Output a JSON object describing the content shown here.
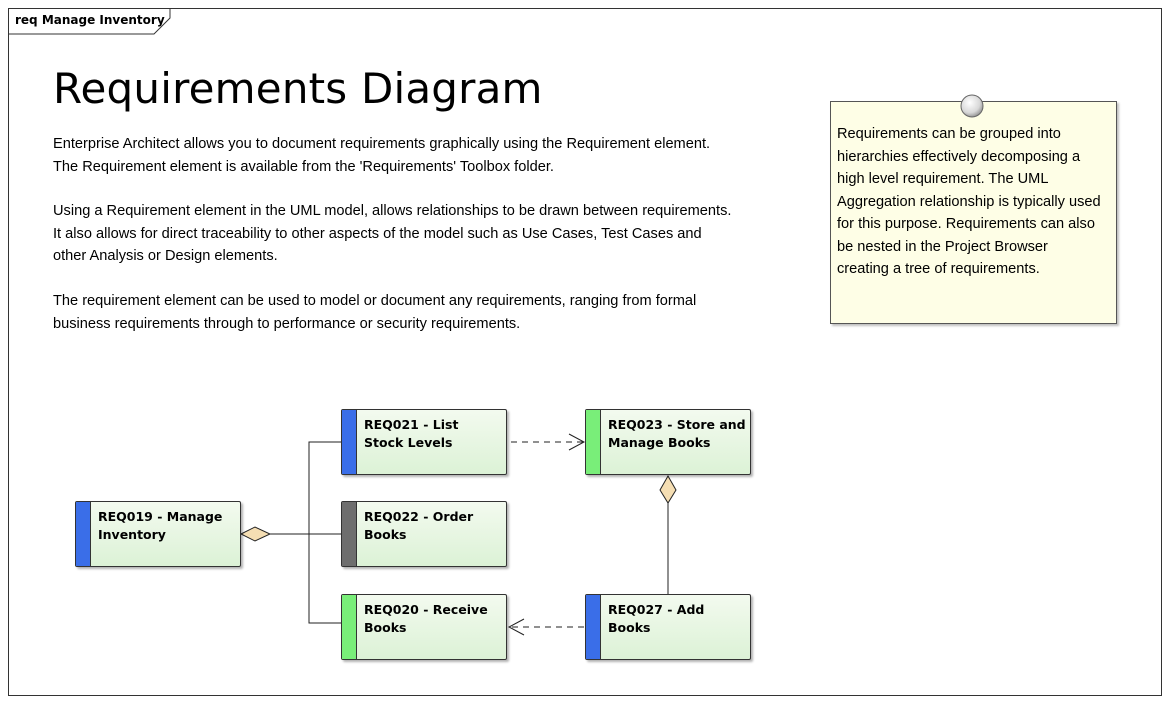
{
  "frame": {
    "label": "req Manage Inventory"
  },
  "title": "Requirements Diagram",
  "paragraphs": [
    "Enterprise Architect allows you to document requirements graphically using the Requirement element. The Requirement element is available from the 'Requirements' Toolbox folder.",
    "Using a Requirement element in the UML model, allows relationships to be drawn between requirements. It also allows for direct traceability to other aspects of the model such as Use Cases, Test Cases and other Analysis or Design elements.",
    "The requirement element can be used to model or document any requirements, ranging from formal business requirements through to performance or security requirements."
  ],
  "note": {
    "text": "Requirements can be grouped into hierarchies effectively decomposing a high level requirement. The UML Aggregation relationship is typically used for this purpose. Requirements can also be nested in the Project Browser creating a tree of requirements."
  },
  "requirements": {
    "req019": {
      "label": "REQ019 - Manage Inventory",
      "color": "#3a6ee8"
    },
    "req021": {
      "label": "REQ021 - List Stock Levels",
      "color": "#3a6ee8"
    },
    "req022": {
      "label": "REQ022 - Order Books",
      "color": "#6e6e6e"
    },
    "req020": {
      "label": "REQ020 - Receive Books",
      "color": "#79ee79"
    },
    "req023": {
      "label": "REQ023 - Store and Manage Books",
      "color": "#79ee79"
    },
    "req027": {
      "label": "REQ027 - Add Books",
      "color": "#3a6ee8"
    }
  },
  "relationships": [
    {
      "from": "REQ021 - List Stock Levels",
      "to": "REQ019 - Manage Inventory",
      "type": "aggregation"
    },
    {
      "from": "REQ022 - Order Books",
      "to": "REQ019 - Manage Inventory",
      "type": "aggregation"
    },
    {
      "from": "REQ020 - Receive Books",
      "to": "REQ019 - Manage Inventory",
      "type": "aggregation"
    },
    {
      "from": "REQ027 - Add Books",
      "to": "REQ023 - Store and Manage Books",
      "type": "aggregation"
    },
    {
      "from": "REQ021 - List Stock Levels",
      "to": "REQ023 - Store and Manage Books",
      "type": "dependency"
    },
    {
      "from": "REQ027 - Add Books",
      "to": "REQ020 - Receive Books",
      "type": "dependency"
    }
  ],
  "colors": {
    "note_fill": "#fefee6",
    "req_fill": "#dcf2d6",
    "diamond_fill": "#f5deb3"
  }
}
